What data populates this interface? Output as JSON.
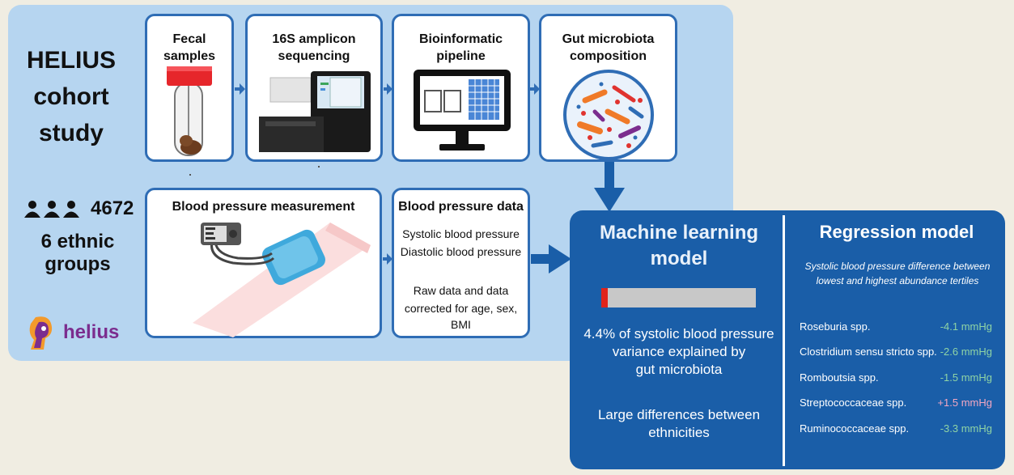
{
  "cohort": {
    "title_lines": [
      "HELIUS",
      "cohort",
      "study"
    ],
    "participants": "4672",
    "groups": "6 ethnic groups",
    "logo_text": "helius"
  },
  "steps": {
    "fecal": [
      "Fecal",
      "samples"
    ],
    "sequencing": [
      "16S amplicon",
      "sequencing"
    ],
    "pipeline": [
      "Bioinformatic",
      "pipeline"
    ],
    "composition": [
      "Gut microbiota",
      "composition"
    ],
    "bp_measure": "Blood pressure measurement",
    "bp_data": {
      "title": "Blood pressure data",
      "line1": "Systolic blood pressure",
      "line2": "Diastolic blood pressure",
      "line3": "Raw data and data",
      "line4": "corrected for age, sex, BMI"
    }
  },
  "ml": {
    "title_lines": [
      "Machine learning",
      "model"
    ],
    "variance_pct": 4.4,
    "result_lines": [
      "4.4% of systolic blood pressure",
      "variance explained by",
      "gut microbiota"
    ],
    "note_lines": [
      "Large differences between",
      "ethnicities"
    ]
  },
  "regression": {
    "title": "Regression model",
    "subtitle_lines": [
      "Systolic blood pressure difference between",
      "lowest and highest abundance tertiles"
    ],
    "rows": [
      {
        "name": "Roseburia spp.",
        "value": "-4.1 mmHg"
      },
      {
        "name": "Clostridium sensu stricto spp.",
        "value": "-2.6 mmHg"
      },
      {
        "name": "Romboutsia spp.",
        "value": "-1.5 mmHg"
      },
      {
        "name": "Streptococcaceae spp.",
        "value": "+1.5 mmHg"
      },
      {
        "name": "Ruminococcaceae spp.",
        "value": "-3.3 mmHg"
      }
    ]
  },
  "colors": {
    "panel": "#b6d5f0",
    "card_border": "#2f6db5",
    "ml_bg": "#1a5ea8",
    "negative": "#8fd4a5",
    "positive": "#f3a7c2",
    "bar_fill": "#e0241b"
  }
}
